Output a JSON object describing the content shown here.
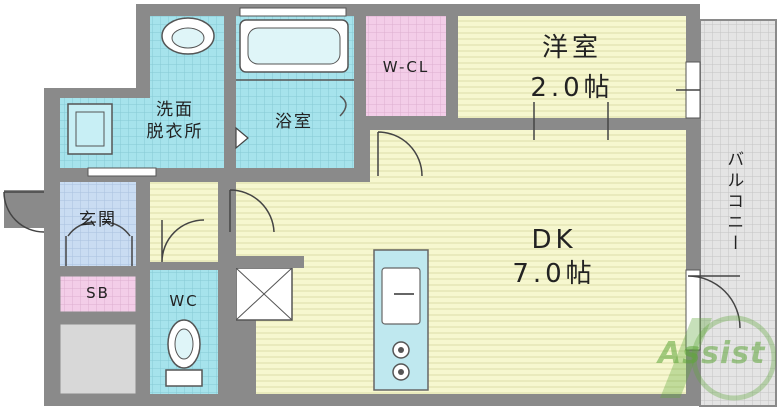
{
  "rooms": {
    "western": {
      "name": "洋室",
      "size": "2.0帖"
    },
    "dk": {
      "name": "DK",
      "size": "7.0帖"
    },
    "walk_in_closet": {
      "name": "W-CL"
    },
    "bath": {
      "name": "浴室"
    },
    "washroom": {
      "line1": "洗面",
      "line2": "脱衣所"
    },
    "entrance": {
      "name": "玄関"
    },
    "shoe_box": {
      "name": "SB"
    },
    "toilet": {
      "name": "WC"
    },
    "balcony": {
      "name": "バルコニー"
    }
  },
  "watermark": {
    "text": "Assist"
  },
  "colors": {
    "wall": "#8a8a8a",
    "dk_floor": "#f6f7cf",
    "wet_area": "#a6e3ec",
    "closet": "#f3cde8",
    "balcony": "#e0e0e0",
    "watermark": "#5fa63a"
  }
}
